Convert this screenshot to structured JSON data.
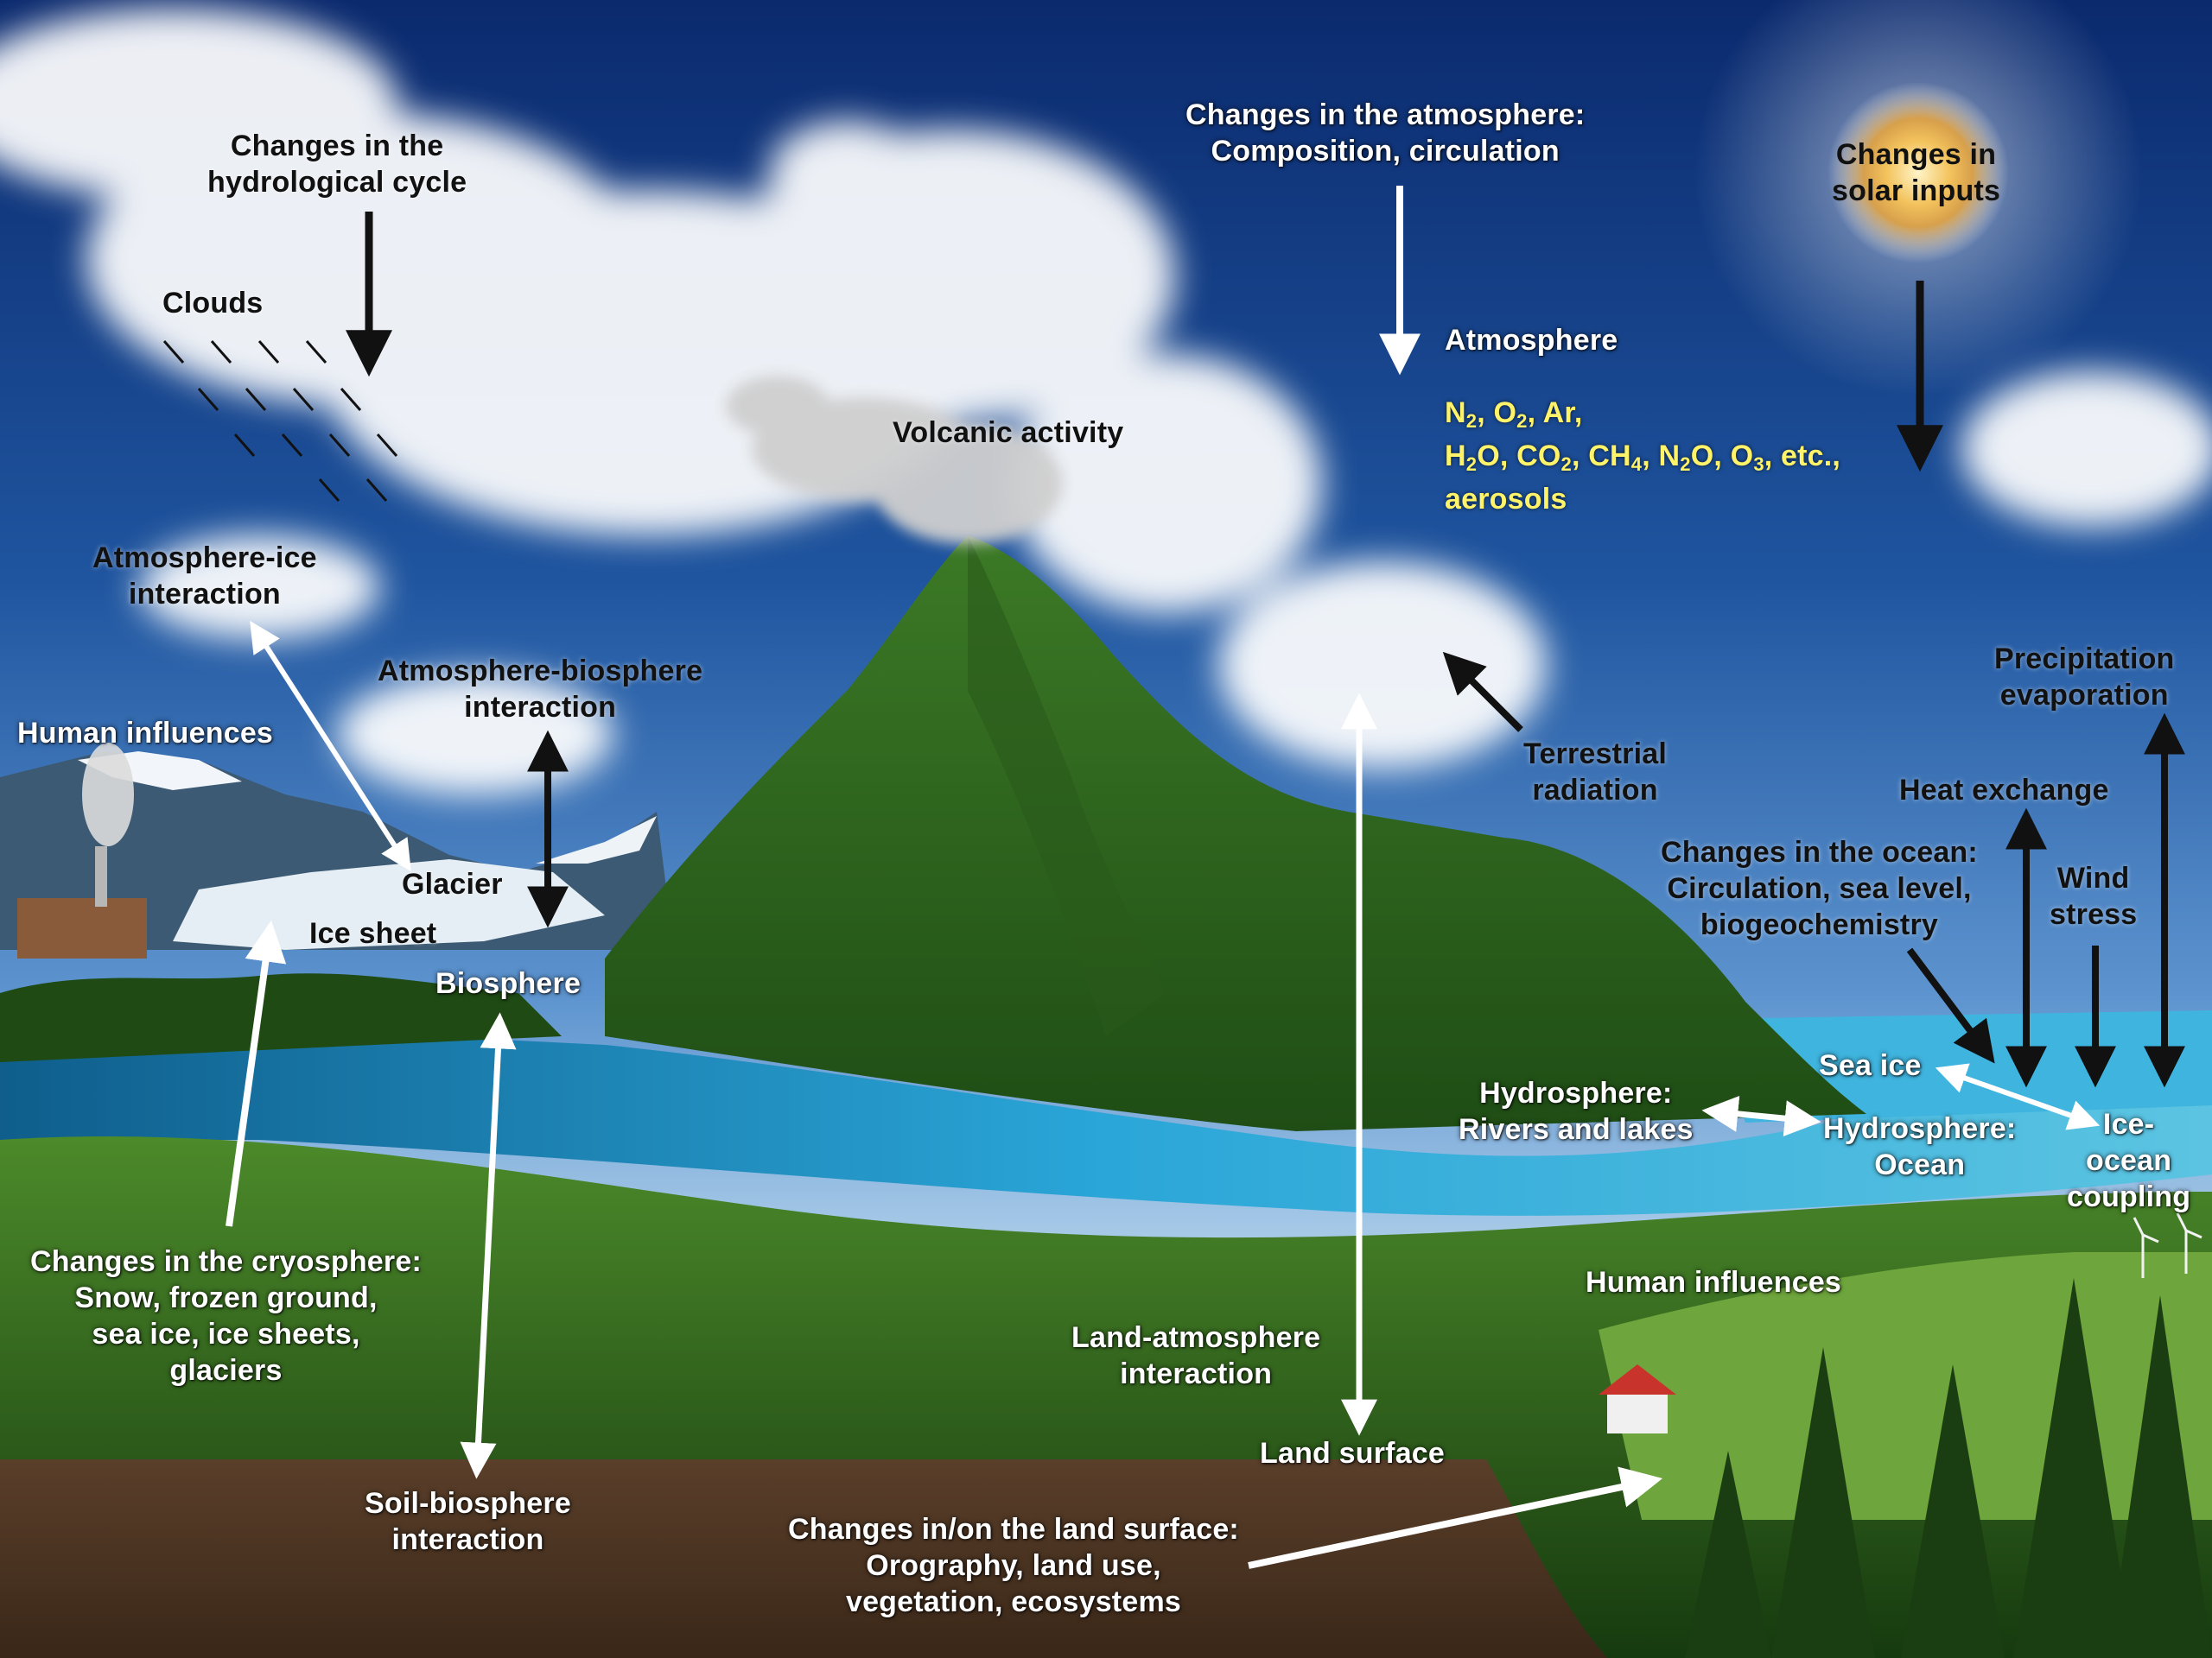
{
  "colors": {
    "sky_top": "#0b2a6e",
    "sky_mid": "#2d6fbf",
    "sky_low": "#a9cbe8",
    "mountain": "#2f6b1e",
    "forest": "#1e4a14",
    "water": "#1a8fc4",
    "soil": "#4a3322",
    "sun": "#f0b84a"
  },
  "labels": {
    "hydrological": [
      "Changes in the",
      "hydrological cycle"
    ],
    "clouds": "Clouds",
    "atmosphere_changes": [
      "Changes in the atmosphere:",
      "Composition, circulation"
    ],
    "atmosphere": "Atmosphere",
    "solar": [
      "Changes in",
      "solar inputs"
    ],
    "volcanic": "Volcanic activity",
    "atmo_ice": [
      "Atmosphere-ice",
      "interaction"
    ],
    "atmo_bio": [
      "Atmosphere-biosphere",
      "interaction"
    ],
    "human_left": "Human influences",
    "glacier": "Glacier",
    "ice_sheet": "Ice sheet",
    "biosphere": "Biosphere",
    "terrestrial": [
      "Terrestrial",
      "radiation"
    ],
    "precip": [
      "Precipitation",
      "evaporation"
    ],
    "heat": "Heat exchange",
    "ocean_changes": [
      "Changes in the ocean:",
      "Circulation, sea level,",
      "biogeochemistry"
    ],
    "wind": [
      "Wind",
      "stress"
    ],
    "sea_ice": "Sea ice",
    "rivers": [
      "Hydrosphere:",
      "Rivers and lakes"
    ],
    "ocean": [
      "Hydrosphere:",
      "Ocean"
    ],
    "ice_ocean": [
      "Ice-",
      "ocean",
      "coupling"
    ],
    "cryosphere": [
      "Changes in the cryosphere:",
      "Snow, frozen ground,",
      "sea ice, ice sheets,",
      "glaciers"
    ],
    "human_right": "Human influences",
    "land_atmo": [
      "Land-atmosphere",
      "interaction"
    ],
    "land_surface": "Land surface",
    "soil_bio": [
      "Soil-biosphere",
      "interaction"
    ],
    "land_changes": [
      "Changes in/on the land surface:",
      "Orography, land use,",
      "vegetation, ecosystems"
    ]
  },
  "composition": {
    "line1": [
      [
        "N",
        "2"
      ],
      [
        ", O",
        "2"
      ],
      [
        ", Ar,",
        ""
      ]
    ],
    "line2": [
      [
        "H",
        "2"
      ],
      [
        "O, CO",
        "2"
      ],
      [
        ", CH",
        "4"
      ],
      [
        ", N",
        "2"
      ],
      [
        "O, O",
        "3"
      ],
      [
        ", etc.,",
        ""
      ]
    ],
    "line3": "aerosols"
  }
}
